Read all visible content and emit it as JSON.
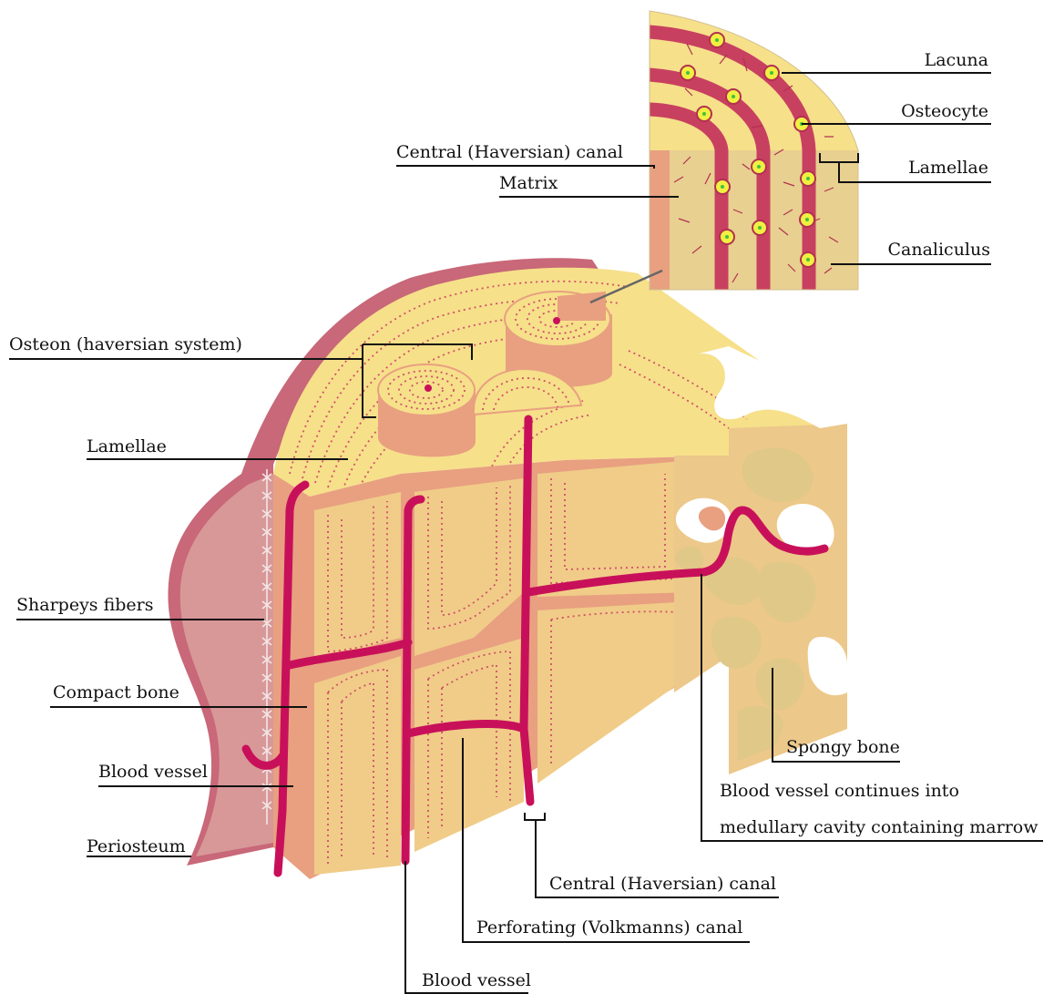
{
  "labels": {
    "lacuna": "Lacuna",
    "osteocyte": "Osteocyte",
    "lamellae_inset": "Lamellae",
    "canaliculus": "Canaliculus",
    "central_canal_inset": "Central (Haversian) canal",
    "matrix": "Matrix",
    "osteon": "Osteon (haversian system)",
    "lamellae": "Lamellae",
    "sharpeys_fibers": "Sharpeys fibers",
    "compact_bone": "Compact bone",
    "blood_vessel_left": "Blood vessel",
    "periosteum": "Periosteum",
    "spongy_bone": "Spongy bone",
    "blood_vessel_continues_1": "Blood vessel  continues into",
    "blood_vessel_continues_2": "medullary cavity containing marrow",
    "central_canal_bottom": "Central (Haversian) canal",
    "perforating_canal": "Perforating (Volkmanns) canal",
    "blood_vessel_bottom": "Blood vessel"
  },
  "colors": {
    "bone_light": "#f6e08a",
    "bone_mid": "#ecc88a",
    "bone_salmon": "#e8a080",
    "vessel": "#c8105a",
    "periosteum_dark": "#c86878",
    "periosteum_fill": "#d89898",
    "spongy": "#e0c888",
    "matrix_inset": "#e8d090",
    "lamella_inset": "#c84060"
  }
}
